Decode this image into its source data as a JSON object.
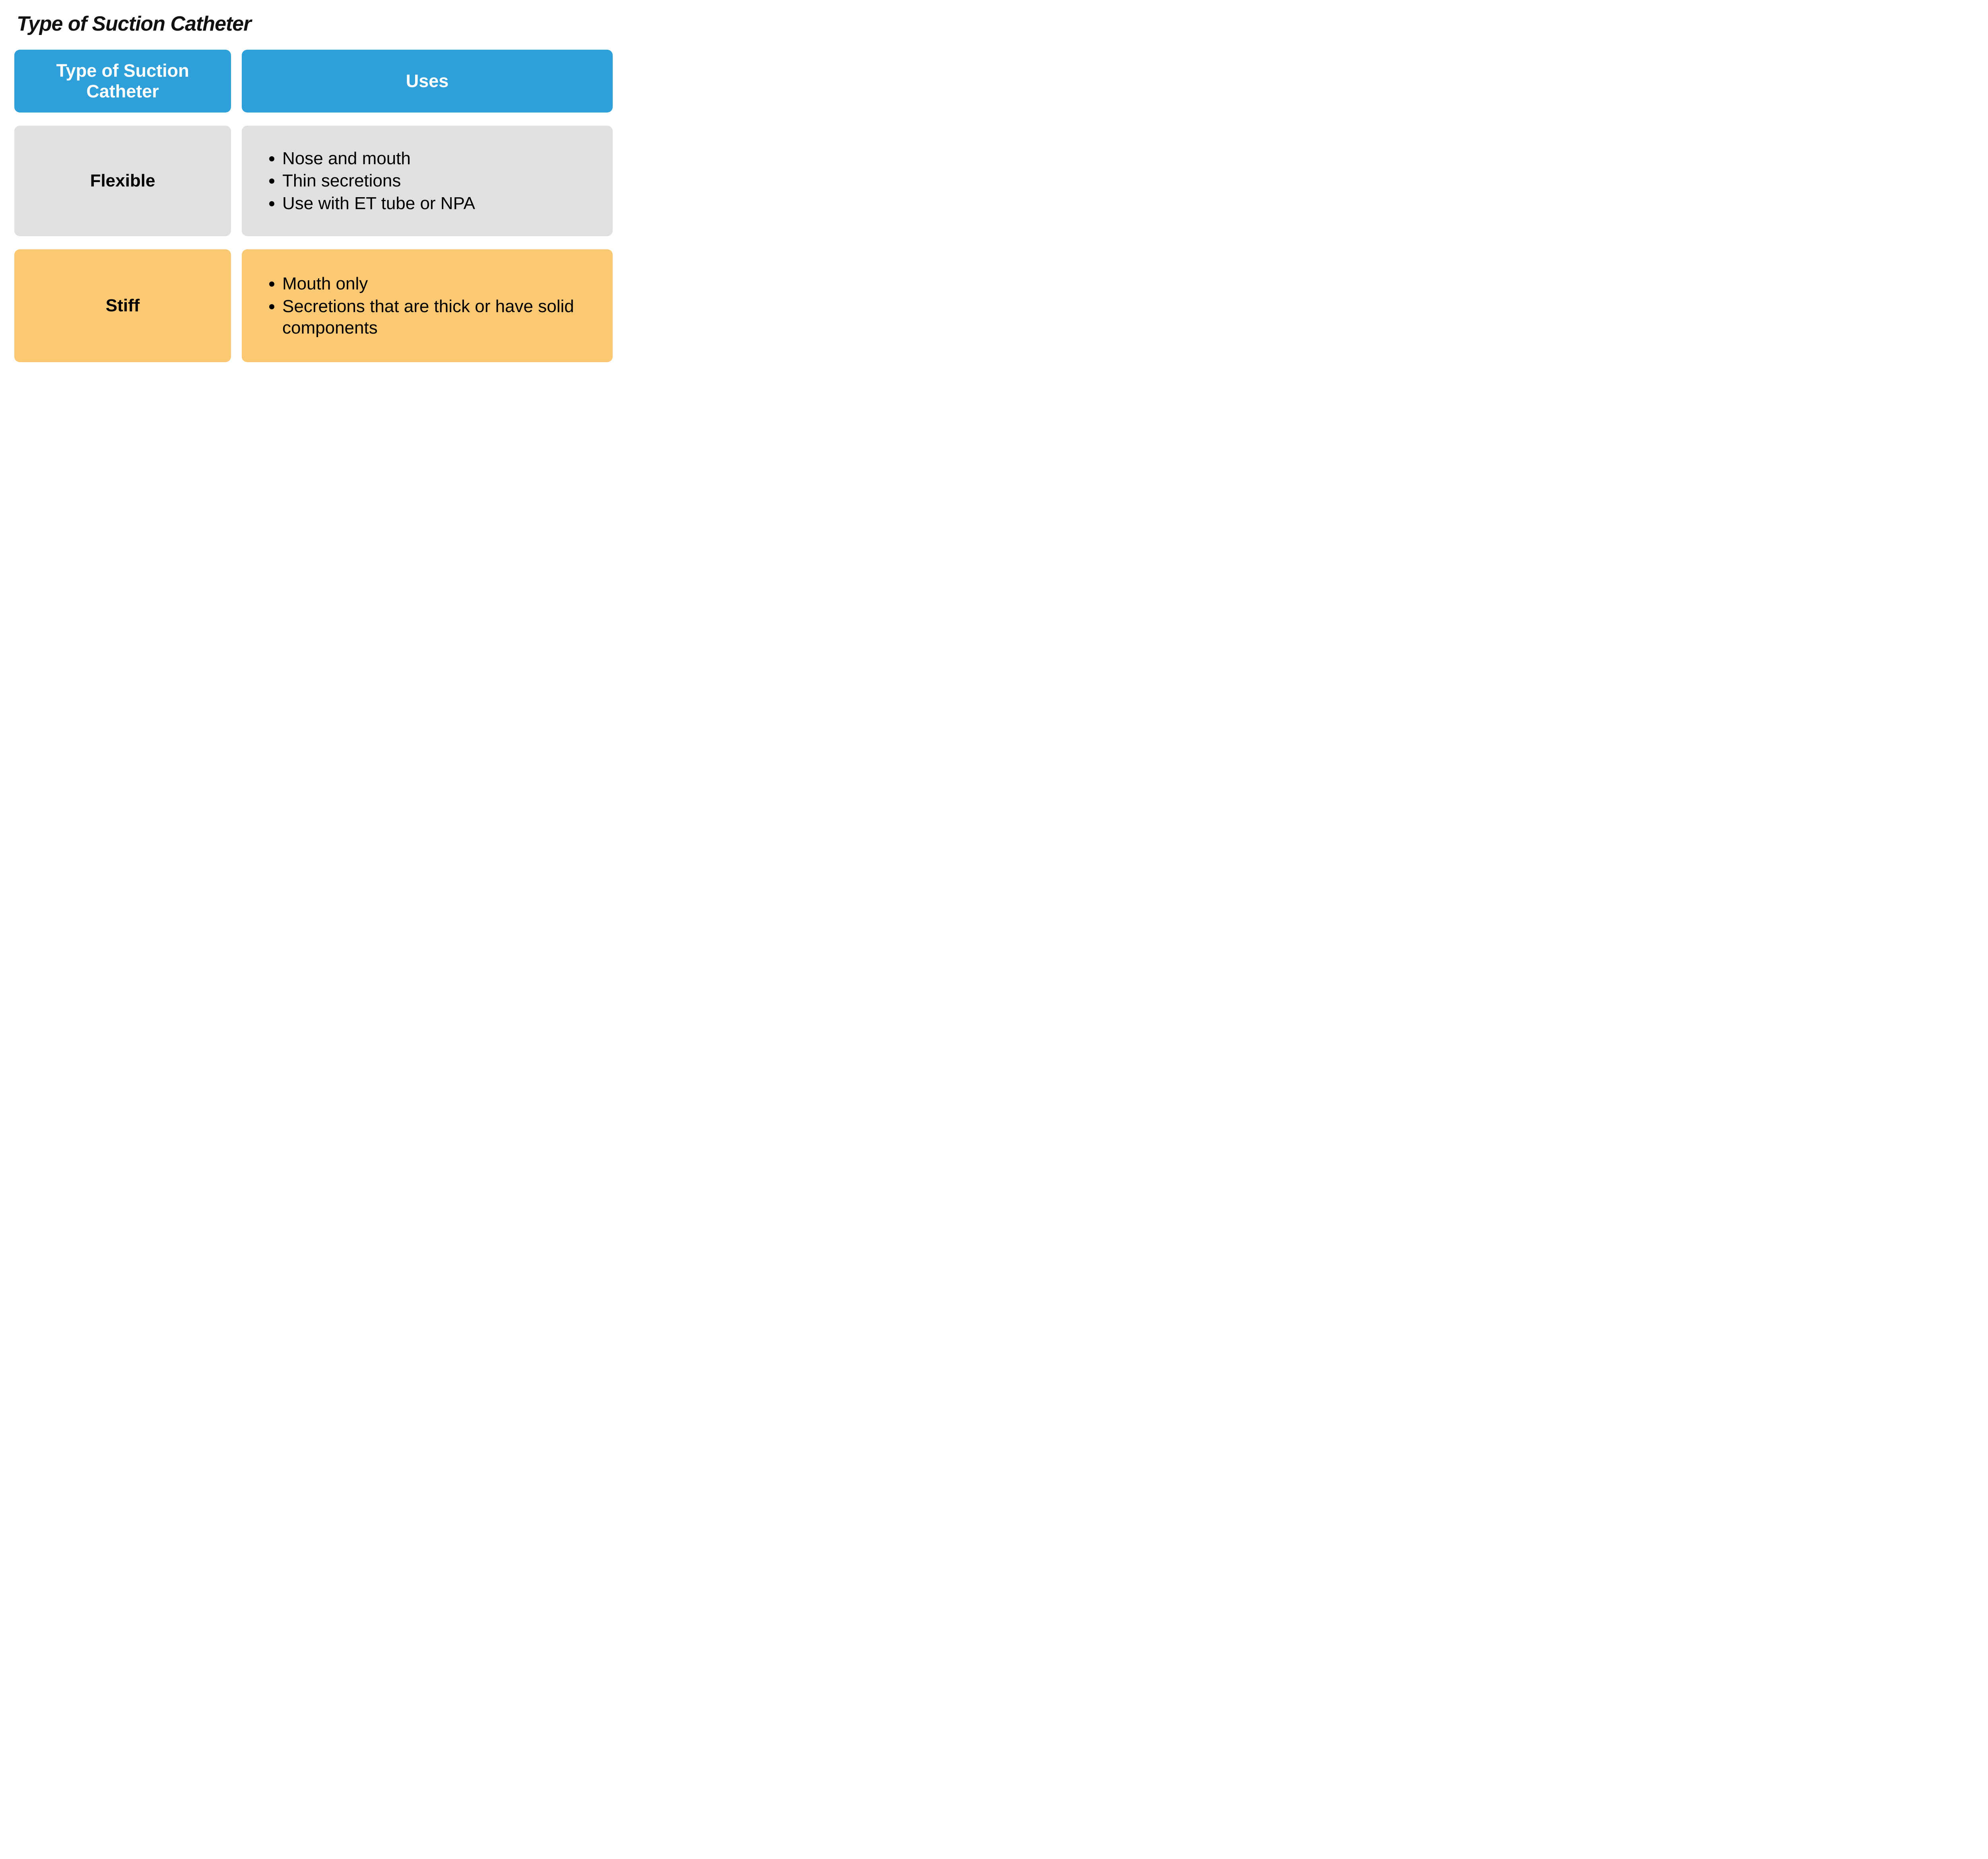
{
  "title": "Type of Suction Catheter",
  "colors": {
    "header_bg": "#2E9FD8",
    "header_text": "#FFFFFF",
    "row1_bg": "#E0E0E0",
    "row2_bg": "#FBC873",
    "body_text": "#000000"
  },
  "table": {
    "headers": [
      "Type of Suction Catheter",
      "Uses"
    ],
    "rows": [
      {
        "type": "Flexible",
        "uses": [
          "Nose and mouth",
          "Thin secretions",
          "Use with ET tube or NPA"
        ]
      },
      {
        "type": "Stiff",
        "uses": [
          "Mouth only",
          "Secretions that are thick or have solid components"
        ]
      }
    ]
  },
  "chart_data": {
    "type": "table",
    "title": "Type of Suction Catheter",
    "columns": [
      "Type of Suction Catheter",
      "Uses"
    ],
    "rows": [
      [
        "Flexible",
        "Nose and mouth; Thin secretions; Use with ET tube or NPA"
      ],
      [
        "Stiff",
        "Mouth only; Secretions that are thick or have solid components"
      ]
    ],
    "legend_position": "none",
    "grid": false
  }
}
